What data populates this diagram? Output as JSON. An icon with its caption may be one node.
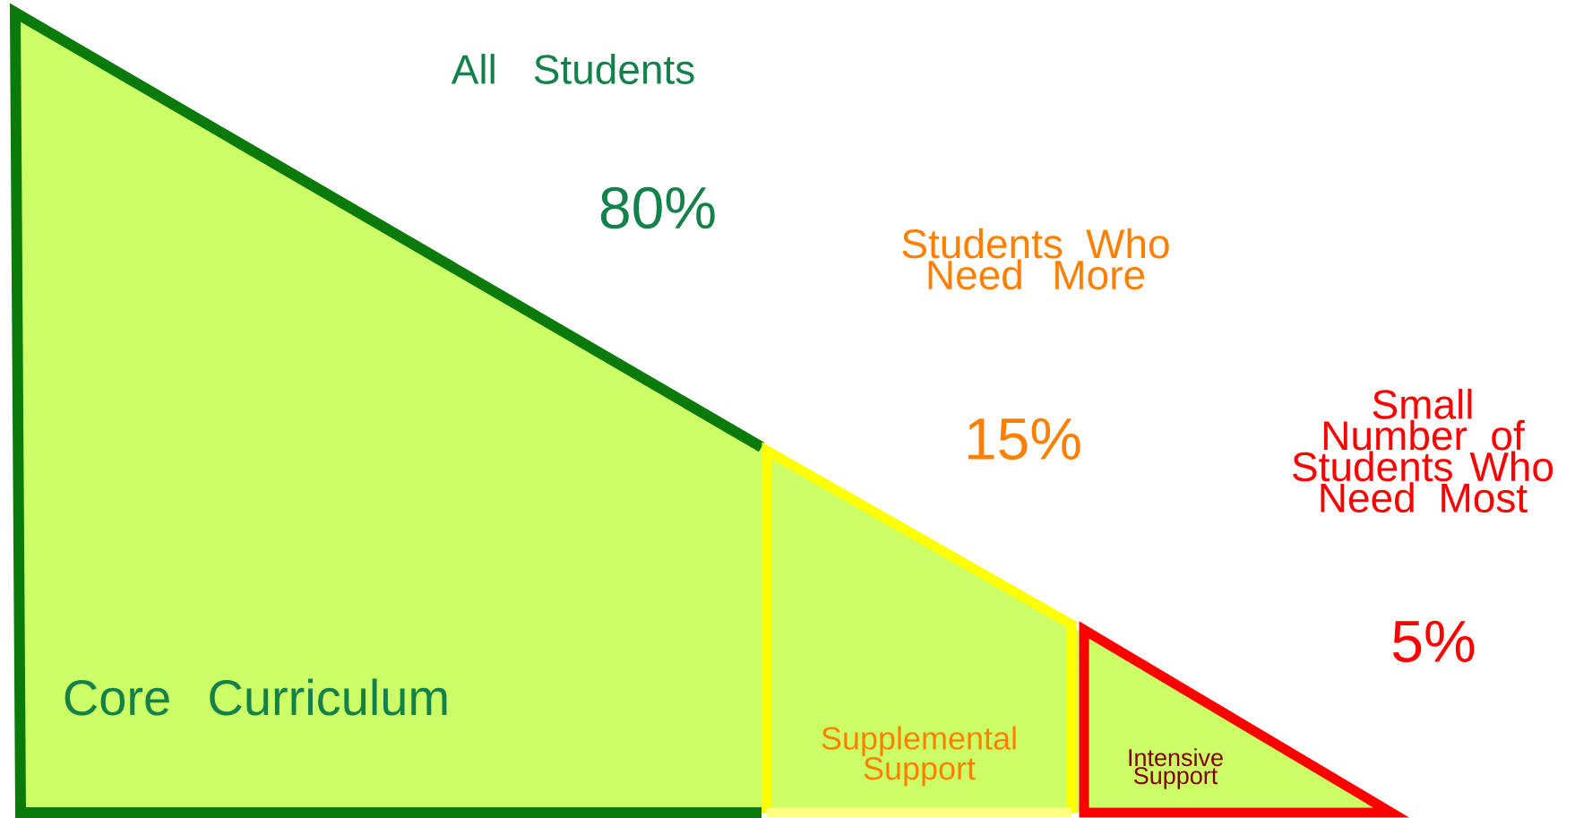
{
  "diagram": {
    "nodes": [
      {
        "text": [
          "All Students",
          "80%",
          "Core Curriculum"
        ]
      },
      {
        "text": [
          "Students Who Need More",
          "15%",
          "Supplemental Support"
        ]
      },
      {
        "text": [
          "Small Number of Students Who Need Most",
          "5%",
          "Intensive Support"
        ]
      }
    ]
  }
}
